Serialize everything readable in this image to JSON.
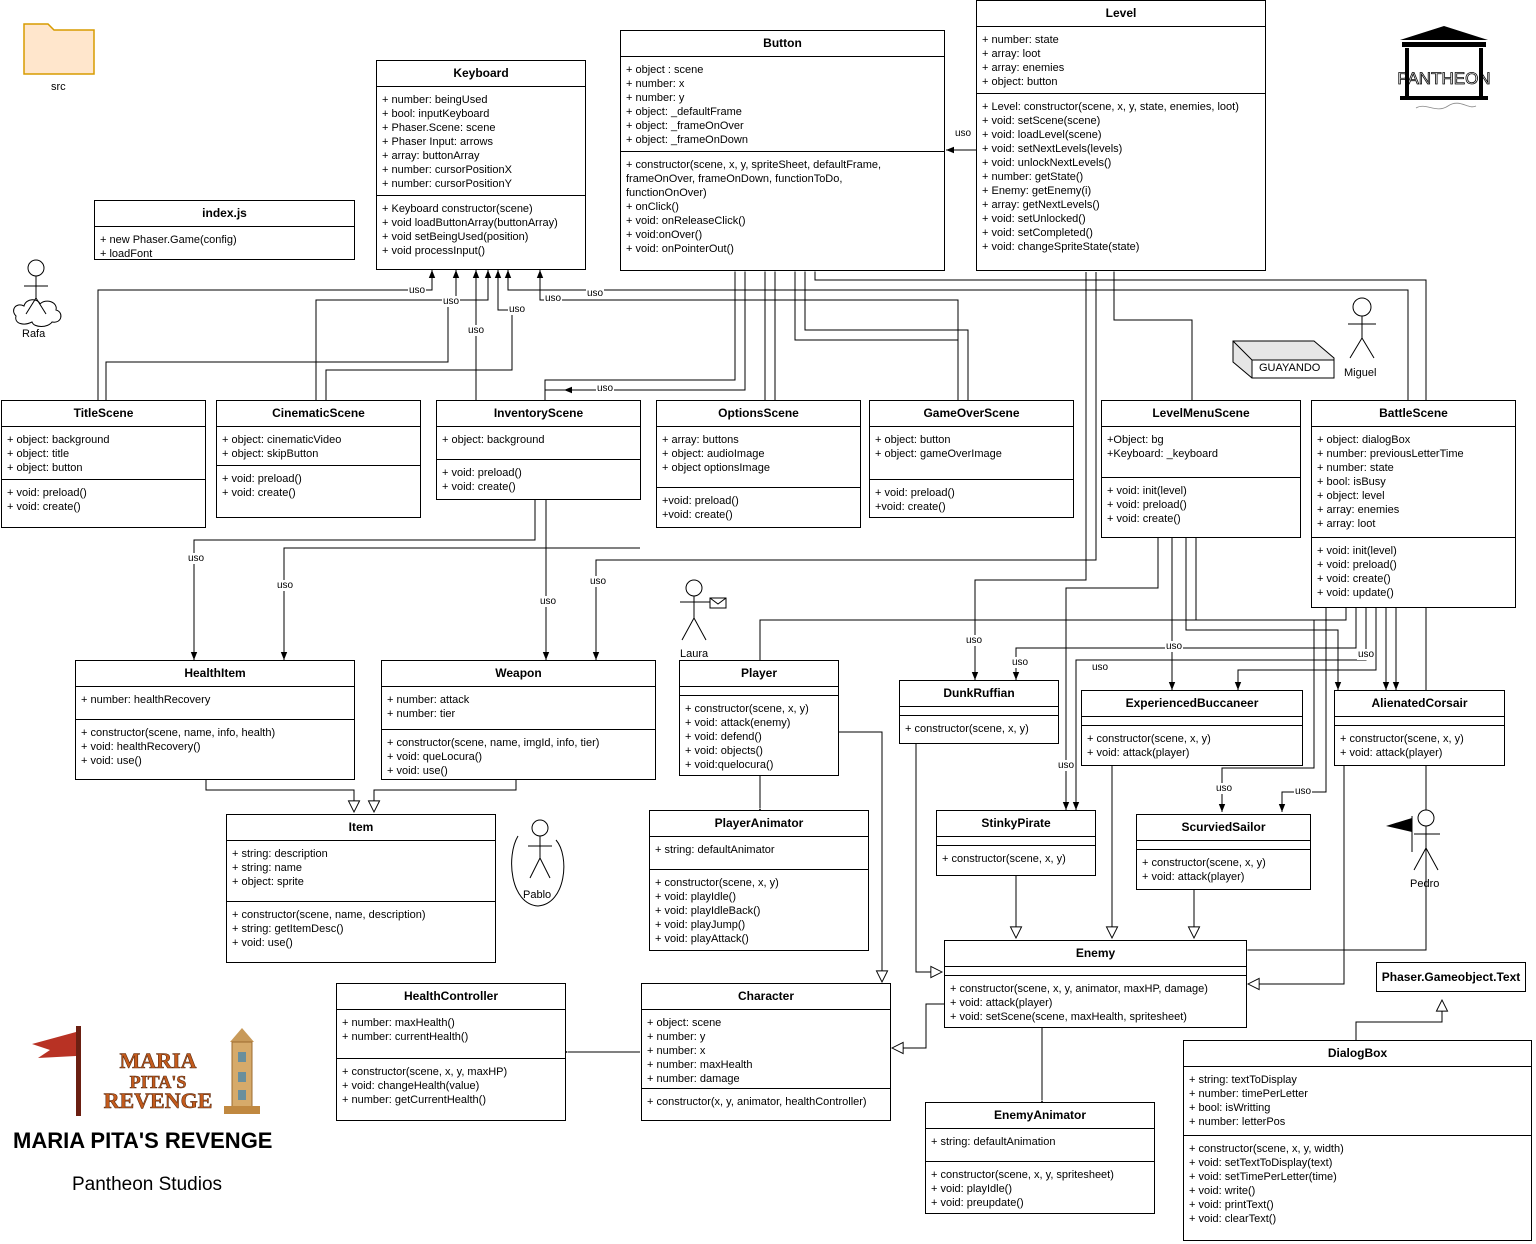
{
  "folder": {
    "name": "src"
  },
  "classes": {
    "keyboard": {
      "name": "Keyboard",
      "attrs": [
        "+ number: beingUsed",
        "+ bool: inputKeyboard",
        "+ Phaser.Scene: scene",
        "+ Phaser Input: arrows",
        "+ array: buttonArray",
        "+ number: cursorPositionX",
        "+ number: cursorPositionY"
      ],
      "methods": [
        "+ Keyboard constructor(scene)",
        "+ void loadButtonArray(buttonArray)",
        "+ void setBeingUsed(position)",
        "+ void processInput()"
      ]
    },
    "button": {
      "name": "Button",
      "attrs": [
        "+ object : scene",
        "+ number: x",
        "+ number: y",
        "+ object: _defaultFrame",
        "+ object: _frameOnOver",
        "+ object: _frameOnDown"
      ],
      "methods": [
        "+ constructor(scene, x, y, spriteSheet, defaultFrame,",
        "frameOnOver, frameOnDown, functionToDo,",
        "functionOnOver)",
        "+ onClick()",
        "+ void: onReleaseClick()",
        "+ void:onOver()",
        "+ void: onPointerOut()"
      ]
    },
    "level": {
      "name": "Level",
      "attrs": [
        "+ number: state",
        "+ array: loot",
        "+ array: enemies",
        "+ object: button"
      ],
      "methods": [
        "+ Level: constructor(scene, x, y, state, enemies, loot)",
        "+ void: setScene(scene)",
        "+ void: loadLevel(scene)",
        "+ void: setNextLevels(levels)",
        "+ void: unlockNextLevels()",
        "+ number: getState()",
        "+ Enemy: getEnemy(i)",
        "+ array: getNextLevels()",
        "+ void: setUnlocked()",
        "+ void: setCompleted()",
        "+ void: changeSpriteState(state)"
      ]
    },
    "indexjs": {
      "name": "index.js",
      "attrs": [
        "+ new Phaser.Game(config)",
        "+ loadFont"
      ]
    },
    "titleScene": {
      "name": "TitleScene",
      "attrs": [
        "+ object: background",
        "+ object: title",
        "+ object: button"
      ],
      "methods": [
        "+ void: preload()",
        "+ void: create()"
      ]
    },
    "cinematicScene": {
      "name": "CinematicScene",
      "attrs": [
        "+ object: cinematicVideo",
        "+ object: skipButton"
      ],
      "methods": [
        "+ void: preload()",
        "+ void: create()"
      ]
    },
    "inventoryScene": {
      "name": "InventoryScene",
      "attrs": [
        "+ object: background"
      ],
      "methods": [
        "+ void: preload()",
        "+ void: create()"
      ]
    },
    "optionsScene": {
      "name": "OptionsScene",
      "attrs": [
        "+ array: buttons",
        "+ object: audioImage",
        "+ object optionsImage"
      ],
      "methods": [
        "+void: preload()",
        "+void: create()"
      ]
    },
    "gameOverScene": {
      "name": "GameOverScene",
      "attrs": [
        "+ object: button",
        "+ object: gameOverImage"
      ],
      "methods": [
        "+ void: preload()",
        "+void: create()"
      ]
    },
    "levelMenuScene": {
      "name": "LevelMenuScene",
      "attrs": [
        "+Object: bg",
        "+Keyboard: _keyboard"
      ],
      "methods": [
        "+ void: init(level)",
        "+ void: preload()",
        "+ void: create()"
      ]
    },
    "battleScene": {
      "name": "BattleScene",
      "attrs": [
        "+ object: dialogBox",
        "+ number: previousLetterTime",
        "+ number: state",
        "+ bool: isBusy",
        "+ object: level",
        "+ array: enemies",
        "+ array: loot"
      ],
      "methods": [
        "+ void: init(level)",
        "+ void: preload()",
        "+ void: create()",
        "+ void: update()"
      ]
    },
    "healthItem": {
      "name": "HealthItem",
      "attrs": [
        "+ number: healthRecovery"
      ],
      "methods": [
        "+ constructor(scene, name, info, health)",
        "+ void: healthRecovery()",
        "+ void: use()"
      ]
    },
    "weapon": {
      "name": "Weapon",
      "attrs": [
        "+ number: attack",
        "+ number: tier"
      ],
      "methods": [
        "+ constructor(scene, name, imgId, info, tier)",
        "+ void: queLocura()",
        "+ void: use()"
      ]
    },
    "player": {
      "name": "Player",
      "methods": [
        "+ constructor(scene, x, y)",
        "+ void: attack(enemy)",
        "+ void: defend()",
        "+ void: objects()",
        "+ void:quelocura()"
      ]
    },
    "dunkRuffian": {
      "name": "DunkRuffian",
      "methods": [
        "+ constructor(scene, x, y)"
      ]
    },
    "experiencedBuccaneer": {
      "name": "ExperiencedBuccaneer",
      "methods": [
        "+ constructor(scene, x, y)",
        "+ void: attack(player)"
      ]
    },
    "alienatedCorsair": {
      "name": "AlienatedCorsair",
      "methods": [
        "+ constructor(scene, x, y)",
        "+ void: attack(player)"
      ]
    },
    "item": {
      "name": "Item",
      "attrs": [
        "+ string: description",
        "+ string: name",
        "+ object: sprite"
      ],
      "methods": [
        "+ constructor(scene, name, description)",
        "+ string: getItemDesc()",
        "+ void: use()"
      ]
    },
    "playerAnimator": {
      "name": "PlayerAnimator",
      "attrs": [
        "+ string: defaultAnimator"
      ],
      "methods": [
        "+ constructor(scene, x, y)",
        "+ void: playIdle()",
        "+ void: playIdleBack()",
        "+ void: playJump()",
        "+ void: playAttack()"
      ]
    },
    "stinkyPirate": {
      "name": "StinkyPirate",
      "methods": [
        "+ constructor(scene, x, y)"
      ]
    },
    "scurviedSailor": {
      "name": "ScurviedSailor",
      "methods": [
        "+ constructor(scene, x, y)",
        "+ void: attack(player)"
      ]
    },
    "enemy": {
      "name": "Enemy",
      "methods": [
        "+ constructor(scene, x, y, animator, maxHP, damage)",
        "+ void: attack(player)",
        "+ void: setScene(scene, maxHealth, spritesheet)"
      ]
    },
    "phaserText": {
      "name": "Phaser.Gameobject.Text"
    },
    "healthController": {
      "name": "HealthController",
      "attrs": [
        "+ number: maxHealth()",
        "+ number: currentHealth()"
      ],
      "methods": [
        "+ constructor(scene, x, y, maxHP)",
        "+ void: changeHealth(value)",
        "+ number: getCurrentHealth()"
      ]
    },
    "character": {
      "name": "Character",
      "attrs": [
        "+ object: scene",
        "+ number: y",
        "+ number: x",
        "+ number: maxHealth",
        "+ number: damage"
      ],
      "methods": [
        "+ constructor(x, y, animator, healthController)"
      ]
    },
    "enemyAnimator": {
      "name": "EnemyAnimator",
      "attrs": [
        "+ string: defaultAnimation"
      ],
      "methods": [
        "+ constructor(scene, x, y, spritesheet)",
        "+ void: playIdle()",
        "+ void: preupdate()"
      ]
    },
    "dialogBox": {
      "name": "DialogBox",
      "attrs": [
        "+ string: textToDisplay",
        "+ number: timePerLetter",
        "+ bool: isWritting",
        "+ number: letterPos"
      ],
      "methods": [
        "+ constructor(scene, x, y, width)",
        "+ void: setTextToDisplay(text)",
        "+ void: setTimePerLetter(time)",
        "+ void: write()",
        "+ void: printText()",
        "+ void: clearText()"
      ]
    }
  },
  "edge_label": "uso",
  "actors": {
    "rafa": "Rafa",
    "miguel": "Miguel",
    "laura": "Laura",
    "pablo": "Pablo",
    "pedro": "Pedro"
  },
  "note": "GUAYANDO",
  "logo": {
    "name": "PANTHEON"
  },
  "game_logo": {
    "line1": "MARIA",
    "line2": "PITA'S",
    "line3": "REVENGE"
  },
  "footer": {
    "title": "MARIA PITA'S REVENGE",
    "studio": "Pantheon Studios"
  }
}
